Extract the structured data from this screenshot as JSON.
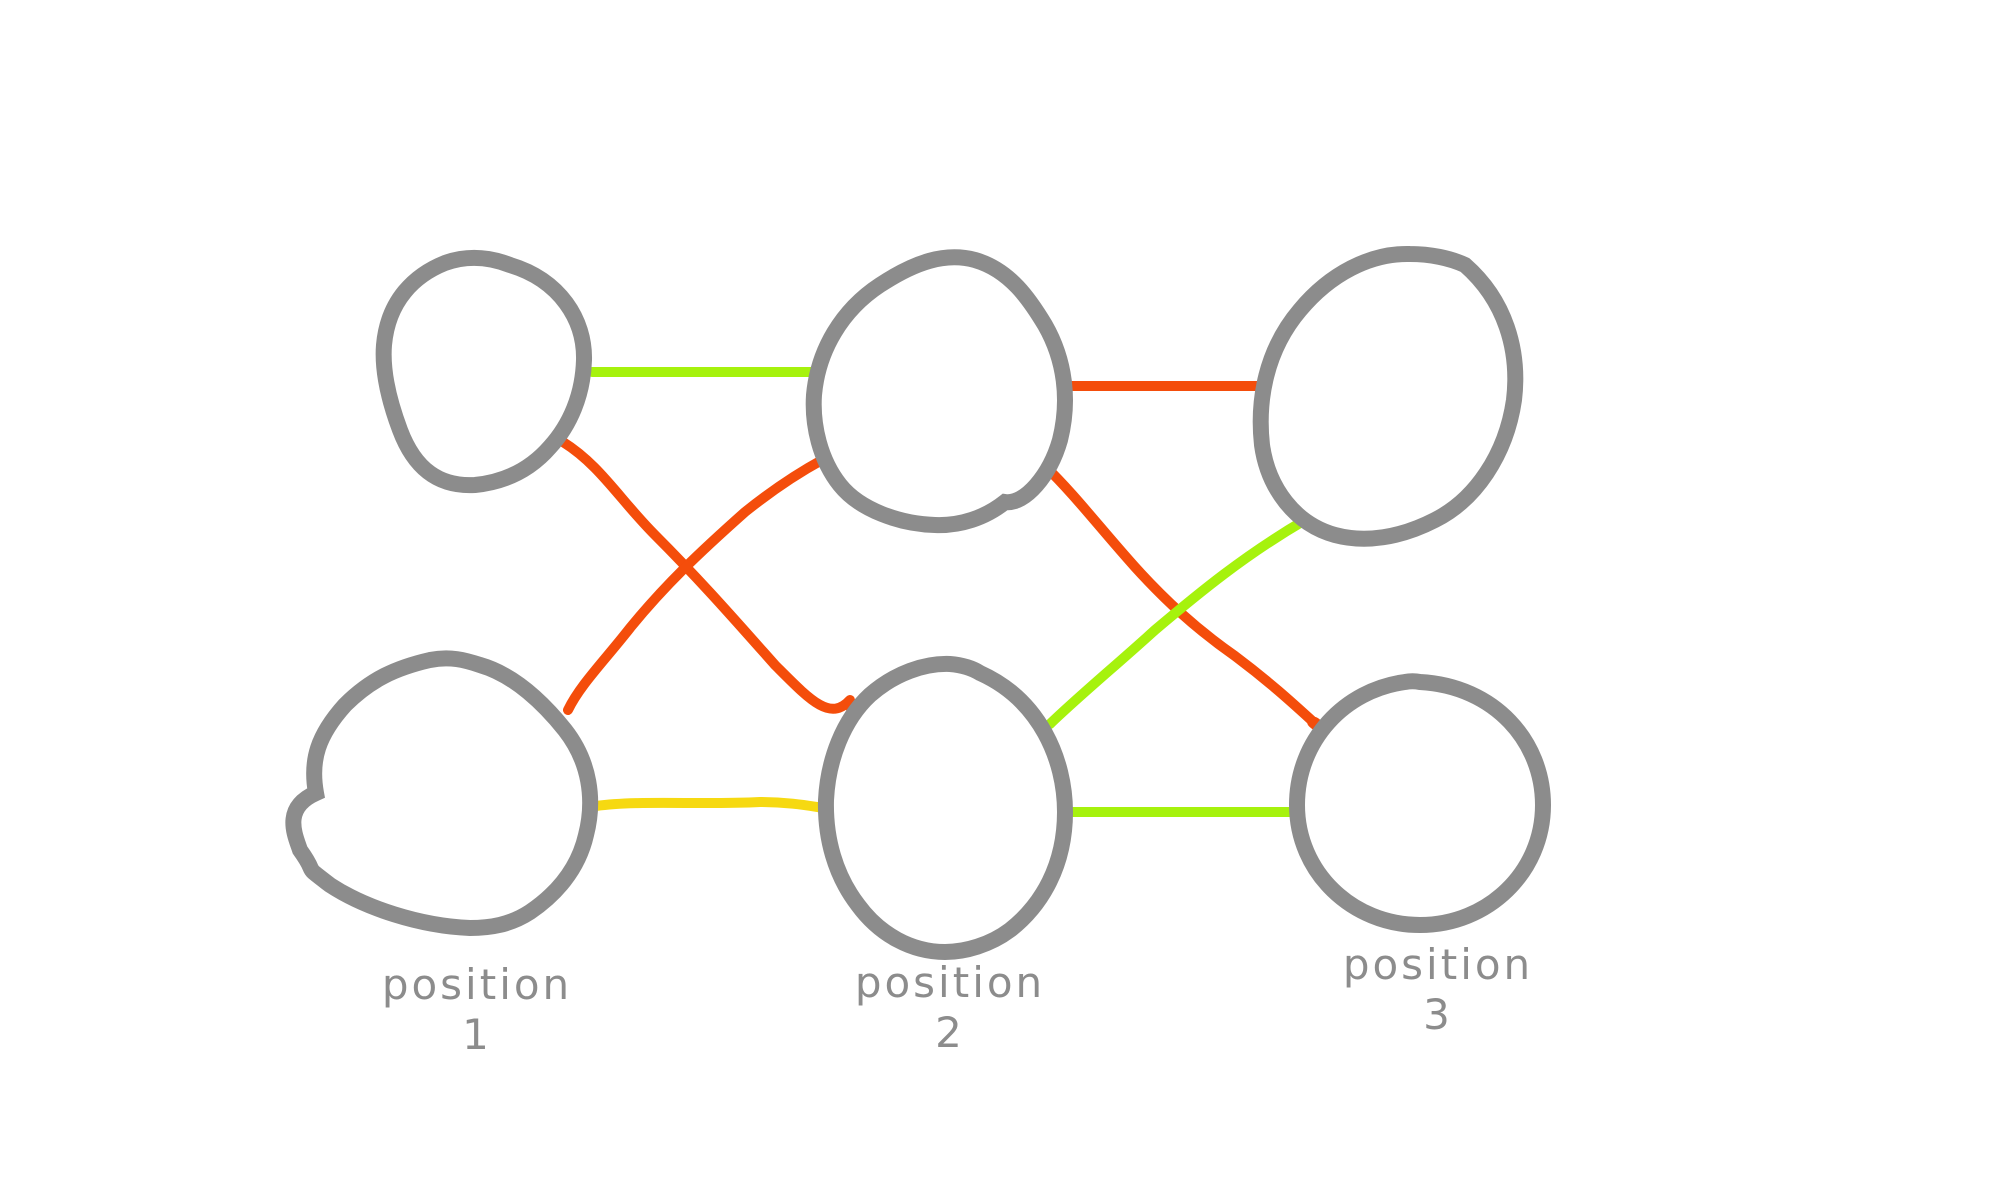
{
  "colors": {
    "node_stroke": "#8c8c8c",
    "node_fill": "#ffffff",
    "red": "#f44d0b",
    "green": "#a6f20d",
    "yellow": "#f6d911",
    "text": "#8c8c8c",
    "background": "#ffffff"
  },
  "columns": [
    {
      "word": "position",
      "number": "1"
    },
    {
      "word": "position",
      "number": "2"
    },
    {
      "word": "position",
      "number": "3"
    }
  ],
  "nodes": [
    {
      "id": "p1-top",
      "column": 1,
      "row": "top"
    },
    {
      "id": "p1-bottom",
      "column": 1,
      "row": "bottom"
    },
    {
      "id": "p2-top",
      "column": 2,
      "row": "top"
    },
    {
      "id": "p2-bottom",
      "column": 2,
      "row": "bottom"
    },
    {
      "id": "p3-top",
      "column": 3,
      "row": "top"
    },
    {
      "id": "p3-bottom",
      "column": 3,
      "row": "bottom"
    }
  ],
  "edges": [
    {
      "from": "p1-top",
      "to": "p2-top",
      "color": "green"
    },
    {
      "from": "p1-top",
      "to": "p2-bottom",
      "color": "red"
    },
    {
      "from": "p1-bottom",
      "to": "p2-top",
      "color": "red"
    },
    {
      "from": "p1-bottom",
      "to": "p2-bottom",
      "color": "yellow"
    },
    {
      "from": "p2-top",
      "to": "p3-top",
      "color": "red"
    },
    {
      "from": "p2-top",
      "to": "p3-bottom",
      "color": "red"
    },
    {
      "from": "p2-bottom",
      "to": "p3-top",
      "color": "green"
    },
    {
      "from": "p2-bottom",
      "to": "p3-bottom",
      "color": "green"
    }
  ]
}
